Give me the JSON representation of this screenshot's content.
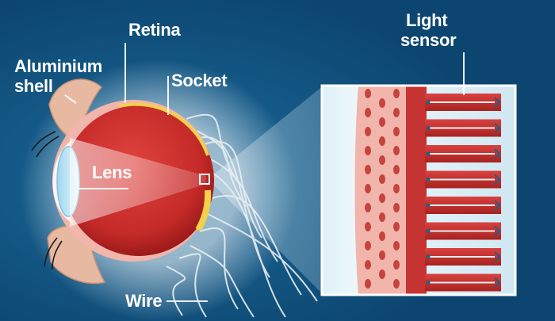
{
  "labels": {
    "retina": "Retina",
    "aluminium_shell": [
      "Aluminium",
      "shell"
    ],
    "socket": "Socket",
    "lens": "Lens",
    "wire": "Wire",
    "light_sensor": [
      "Light",
      "sensor"
    ]
  },
  "colors": {
    "background": "#0f4c77",
    "eyeball_red": "#cc2d2c",
    "eyeball_dark": "#8f1614",
    "sclera_pink": "#f2b5ab",
    "shell_yellow": "#f2d24a",
    "wire_white": "#e8eef2",
    "label_white": "#ffffff",
    "panel_light": "#e6f2f8",
    "rod_red": "#c53432"
  },
  "sensor_rows": 8,
  "perforation_columns": 3
}
